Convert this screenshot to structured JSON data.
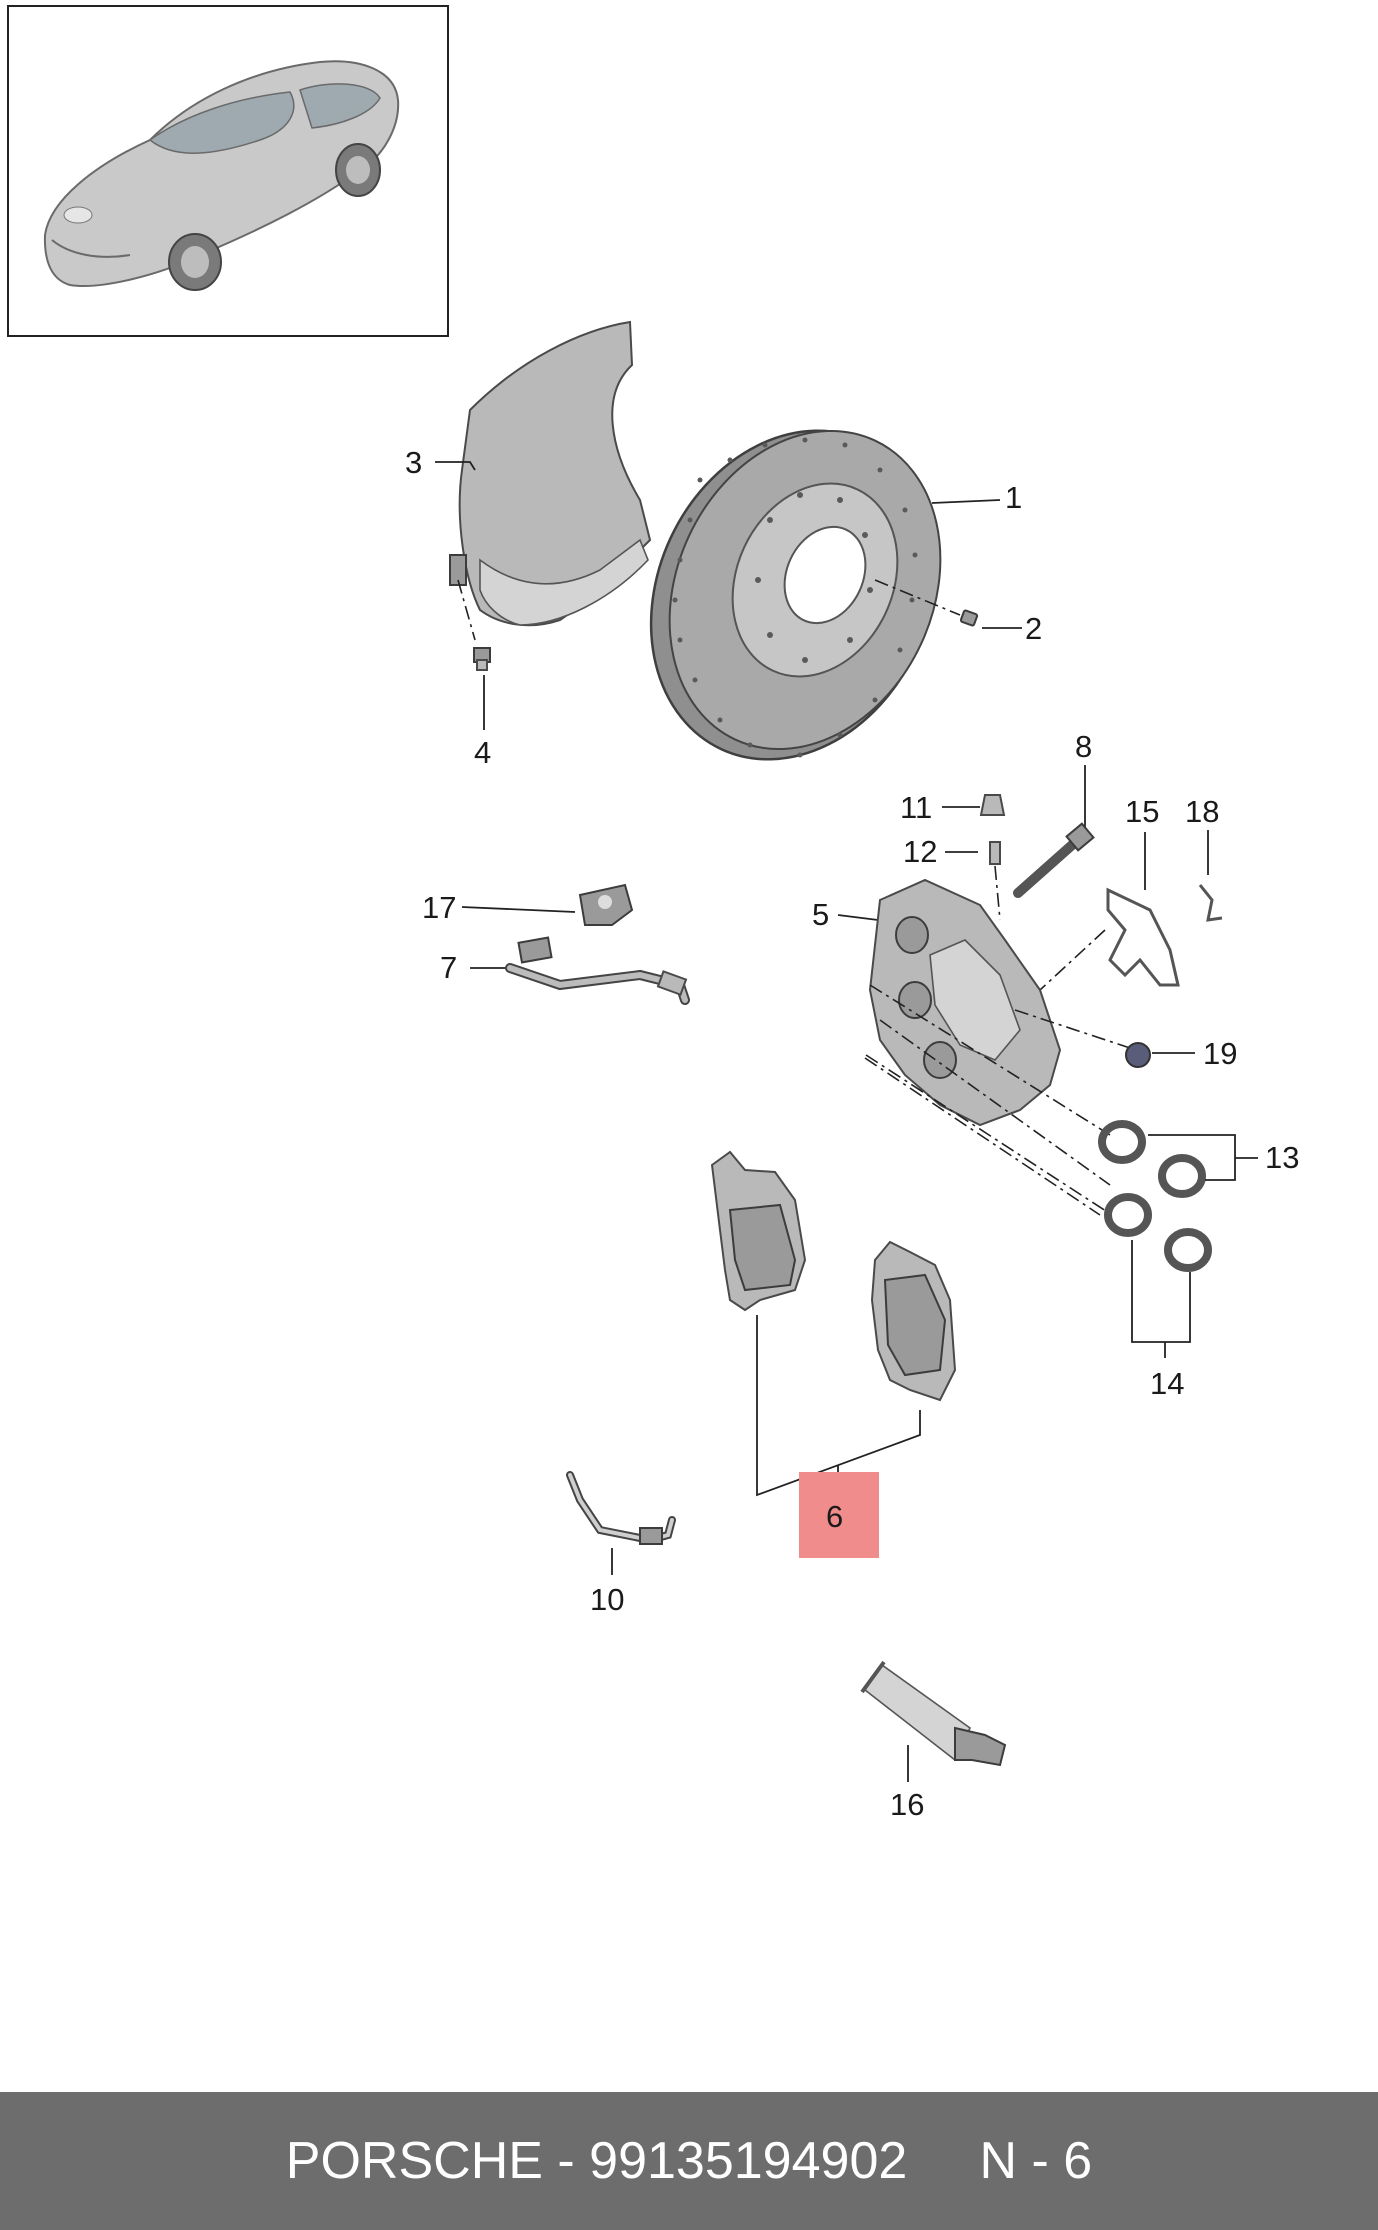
{
  "footer": {
    "text": "PORSCHE - 99135194902     N - 6"
  },
  "diagram": {
    "vehicle_thumbnail_icon": "car-icon",
    "highlight_color": "#f08c8c",
    "callouts": {
      "c1": "1",
      "c2": "2",
      "c3": "3",
      "c4": "4",
      "c5": "5",
      "c6": "6",
      "c7": "7",
      "c8": "8",
      "c10": "10",
      "c11": "11",
      "c12": "12",
      "c13": "13",
      "c14": "14",
      "c15": "15",
      "c16": "16",
      "c17": "17",
      "c18": "18",
      "c19": "19"
    }
  }
}
